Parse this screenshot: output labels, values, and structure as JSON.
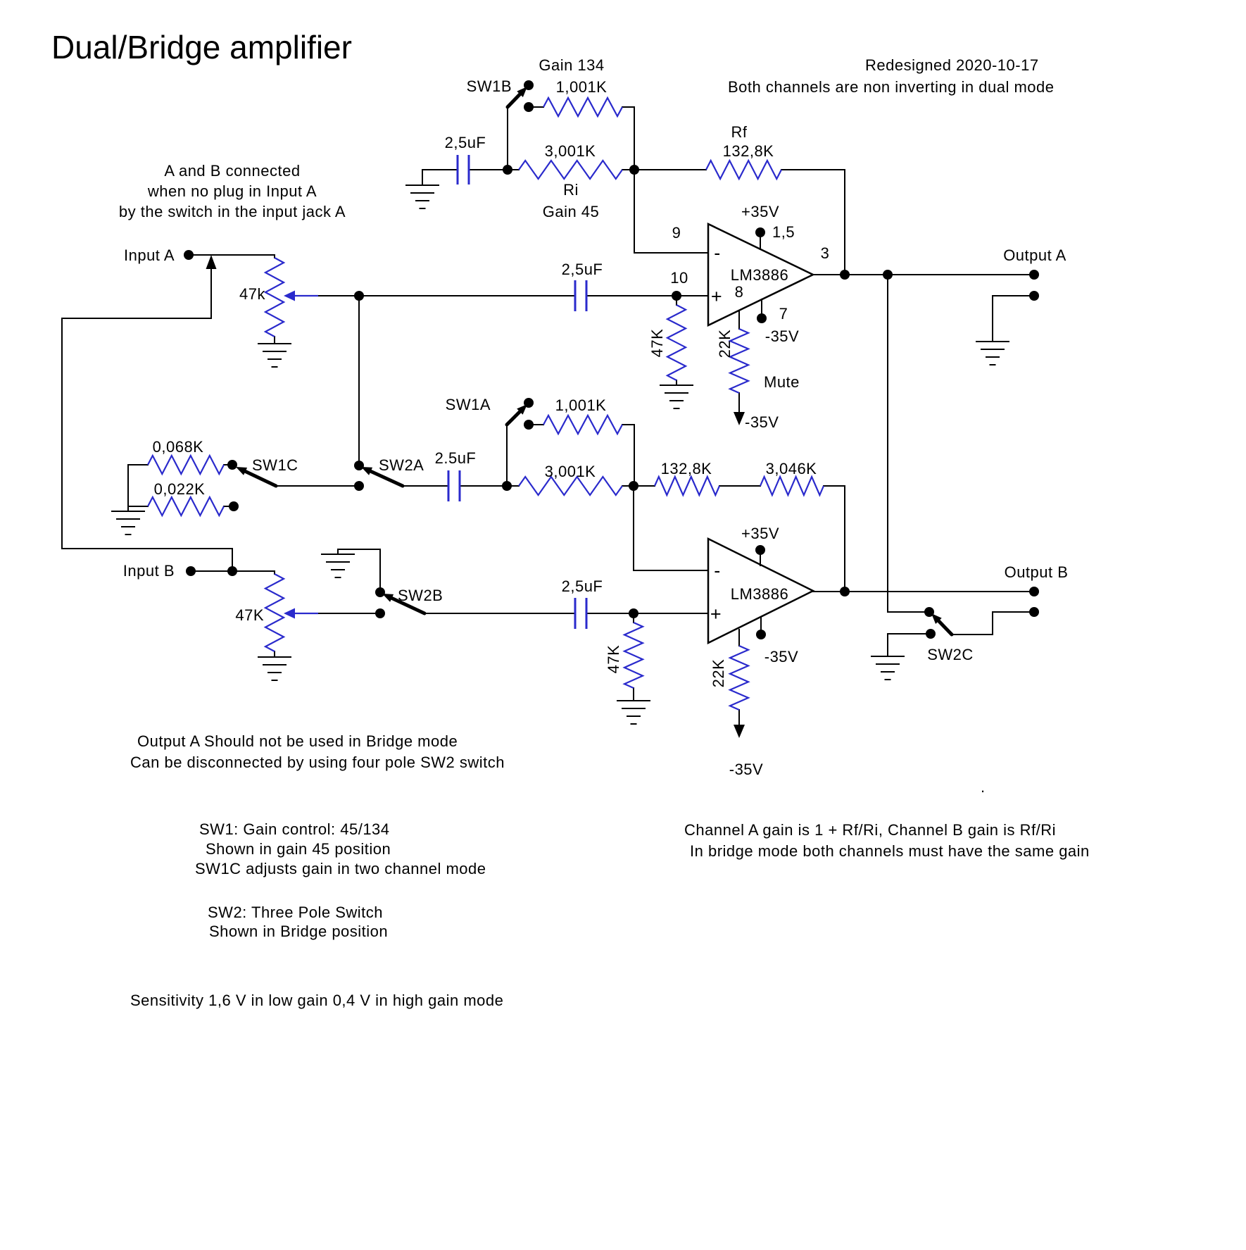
{
  "title": "Dual/Bridge amplifier",
  "header": {
    "line1": "Redesigned 2020-10-17",
    "line2": "Both channels are non inverting in dual mode"
  },
  "notes": {
    "ab1": "A and B connected",
    "ab2": "when no plug in Input A",
    "ab3": "by the switch in the input jack A",
    "outa1": "Output A Should not be used in Bridge mode",
    "outa2": "Can be disconnected by using four pole SW2 switch",
    "sw1n1": "SW1: Gain control: 45/134",
    "sw1n2": "Shown in gain 45 position",
    "sw1n3": "SW1C adjusts gain in two channel mode",
    "sw2n1": "SW2: Three Pole Switch",
    "sw2n2": "Shown in Bridge position",
    "gain1": "Channel A gain is 1 + Rf/Ri, Channel B gain is Rf/Ri",
    "gain2": "In bridge mode both channels must have the same gain",
    "sens": "Sensitivity 1,6 V in low gain  0,4 V in high gain mode",
    "stray": "."
  },
  "a": {
    "input": "Input A",
    "output": "Output A",
    "pot": "47k",
    "cap_in": "2,5uF",
    "cap_fb": "2,5uF",
    "ri": "3,001K",
    "ri_name": "Ri",
    "gain_low": "Gain 45",
    "gain_high": "Gain 134",
    "r_gain": "1,001K",
    "rf_name": "Rf",
    "rf": "132,8K",
    "ic": "LM3886",
    "p9": "9",
    "p10": "10",
    "p15": "1,5",
    "p3": "3",
    "p7": "7",
    "p8": "8",
    "vp": "+35V",
    "vn": "-35V",
    "vn2": "-35V",
    "mute": "Mute",
    "r_in": "47K",
    "r_mute": "22K",
    "minus": "-",
    "plus": "+"
  },
  "b": {
    "input": "Input B",
    "output": "Output B",
    "pot": "47K",
    "cap_in": "2,5uF",
    "cap_fb": "2.5uF",
    "ri": "3,001K",
    "r_gain": "1,001K",
    "rf1": "132,8K",
    "rf2": "3,046K",
    "r_div1": "0,068K",
    "r_div2": "0,022K",
    "ic": "LM3886",
    "vp": "+35V",
    "vn": "-35V",
    "vn2": "-35V",
    "r_in": "47K",
    "r_mute": "22K",
    "minus": "-",
    "plus": "+"
  },
  "sw": {
    "s1a": "SW1A",
    "s1b": "SW1B",
    "s1c": "SW1C",
    "s2a": "SW2A",
    "s2b": "SW2B",
    "s2c": "SW2C"
  },
  "colors": {
    "wire": "#000000",
    "component": "#2a2acc",
    "background": "#ffffff"
  }
}
